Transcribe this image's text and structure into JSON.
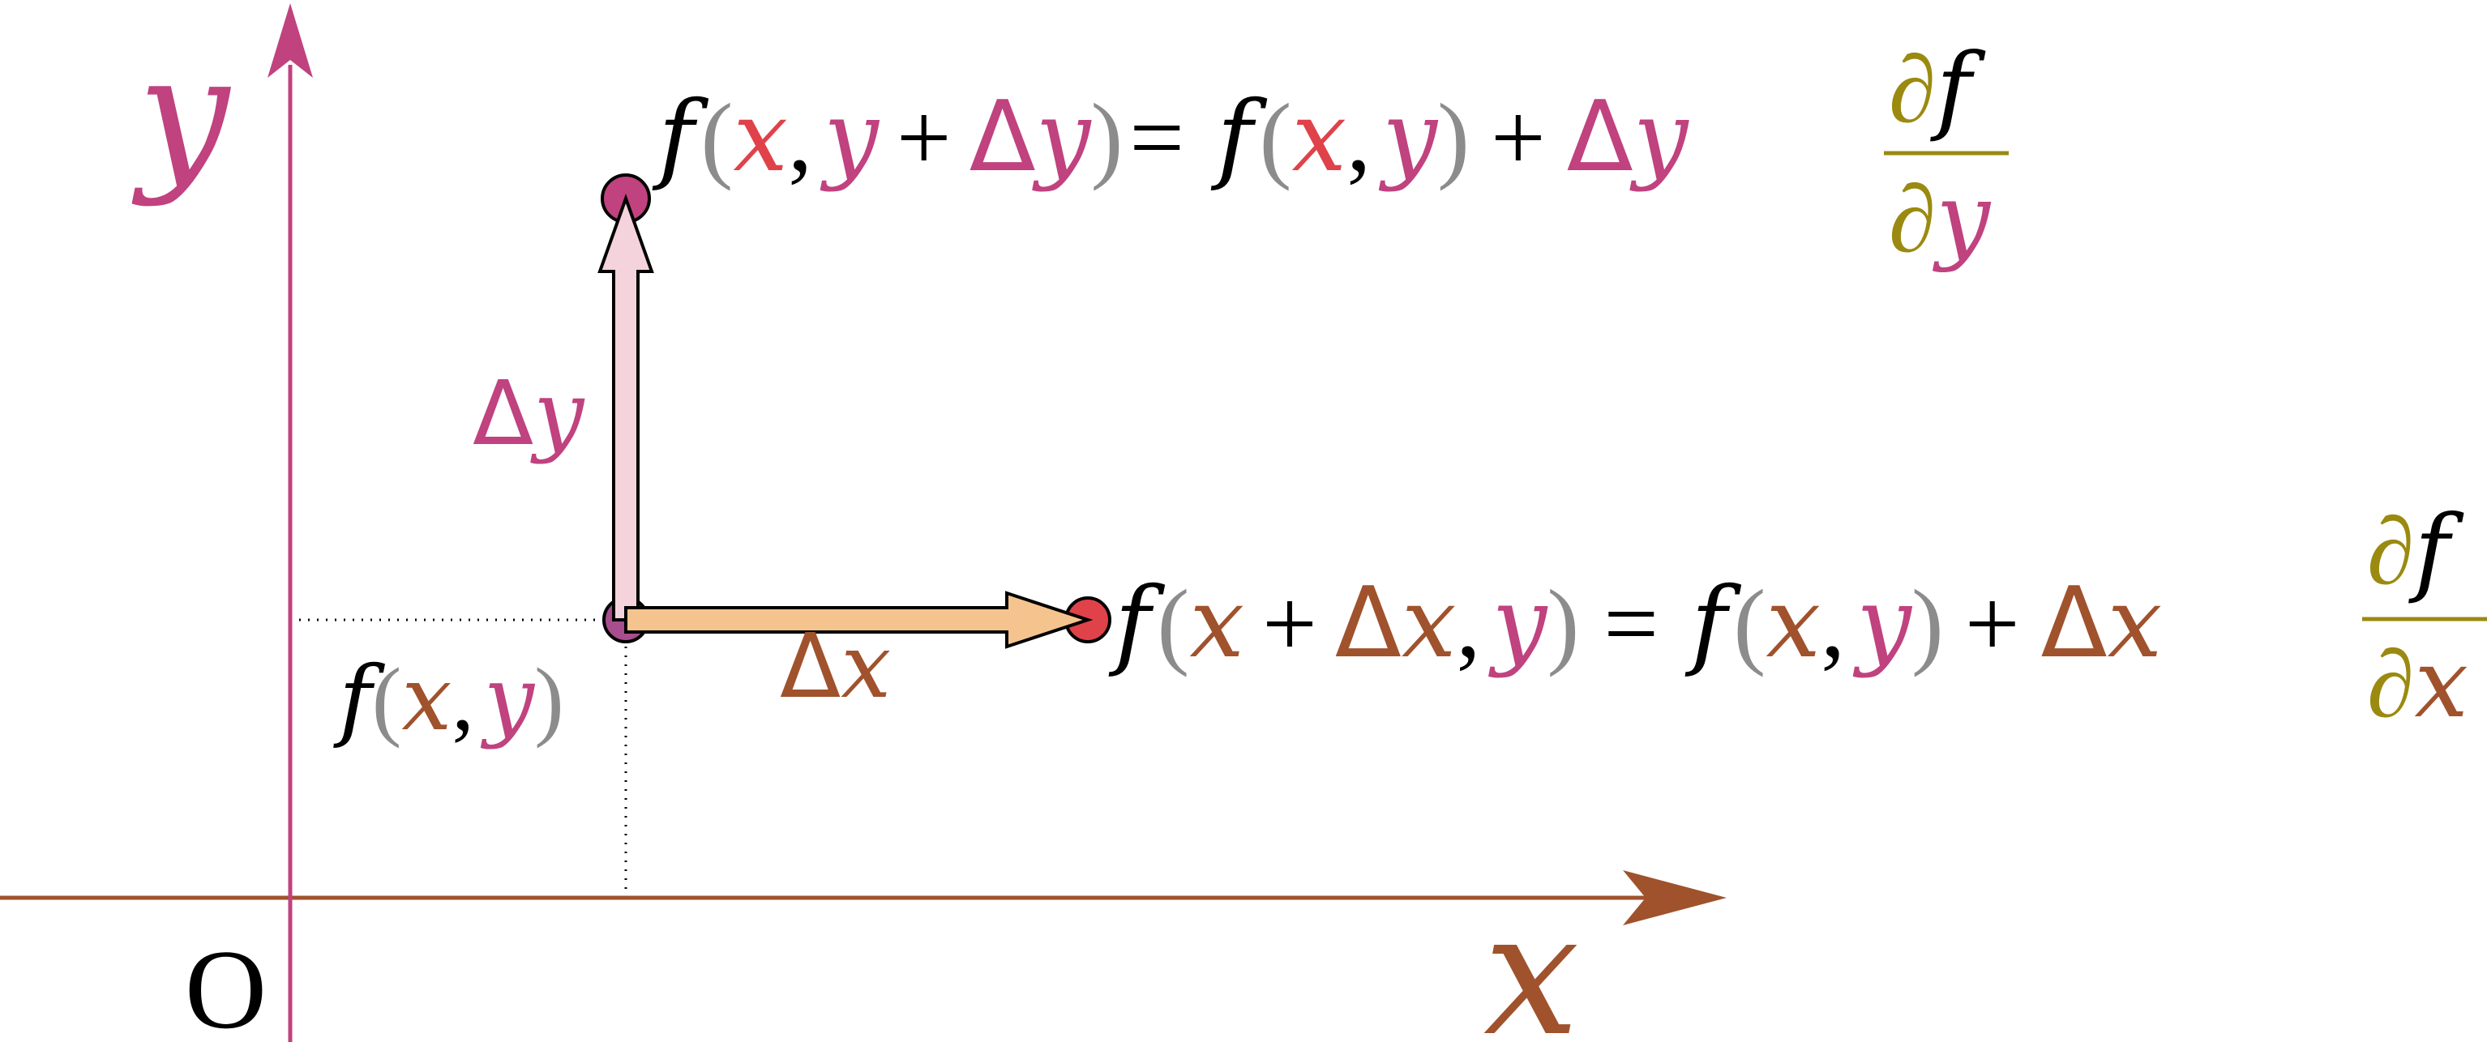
{
  "colors": {
    "x_brown": "#a0522d",
    "y_magenta": "#c0427f",
    "x_red": "#e0424a",
    "paren_gray": "#8c8c8c",
    "deriv_olive": "#9a8a10",
    "dx_arrow_fill": "#f5c48e",
    "dy_arrow_fill": "#f5d3dc",
    "black": "#000000"
  },
  "axes": {
    "x_label": "x",
    "y_label": "y",
    "origin_label": "O"
  },
  "labels": {
    "base_point": [
      "f",
      "(",
      "x",
      ",",
      "y",
      ")"
    ],
    "delta_x": [
      "Δ",
      "x"
    ],
    "delta_y": [
      "Δ",
      "y"
    ]
  },
  "equations": {
    "top": {
      "lhs": [
        "f",
        "(",
        "x",
        ",",
        "y",
        "+",
        "Δ",
        "y",
        ")",
        "="
      ],
      "rhs": [
        "f",
        "(",
        "x",
        ",",
        "y",
        ")",
        "+",
        "Δ",
        "y"
      ],
      "frac_num": [
        "∂",
        "f"
      ],
      "frac_den": [
        "∂",
        "y"
      ]
    },
    "right": {
      "lhs": [
        "f",
        "(",
        "x",
        "+",
        "Δ",
        "x",
        ",",
        "y",
        ")",
        "="
      ],
      "rhs": [
        "f",
        "(",
        "x",
        ",",
        "y",
        ")",
        "+",
        "Δ",
        "x"
      ],
      "frac_num": [
        "∂",
        "f"
      ],
      "frac_den": [
        "∂",
        "x"
      ]
    }
  }
}
